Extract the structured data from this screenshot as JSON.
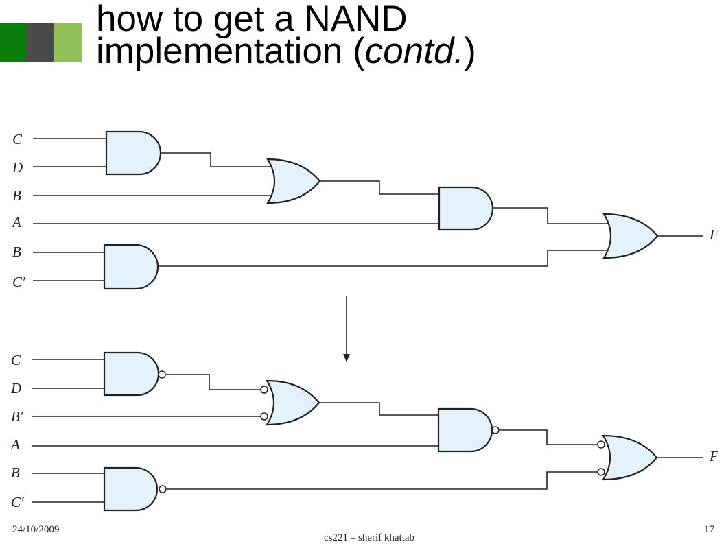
{
  "slide": {
    "title_line1": "how to get a NAND",
    "title_line2_plain": "implementation (",
    "title_line2_italic": "contd.",
    "title_line2_close": ")",
    "colors": {
      "deco_dark_green": "#0a7d0a",
      "deco_gray": "#4a4a4a",
      "deco_light_green": "#92c05a",
      "gate_fill": "#e4f3fb"
    }
  },
  "top_circuit": {
    "inputs": [
      "C",
      "D",
      "B",
      "A",
      "B",
      "C′"
    ],
    "output": "F"
  },
  "bottom_circuit": {
    "inputs": [
      "C",
      "D",
      "B′",
      "A",
      "B",
      "C′"
    ],
    "output": "F"
  },
  "footer": {
    "date": "24/10/2009",
    "course": "cs221 – sherif khattab",
    "page": "17"
  }
}
